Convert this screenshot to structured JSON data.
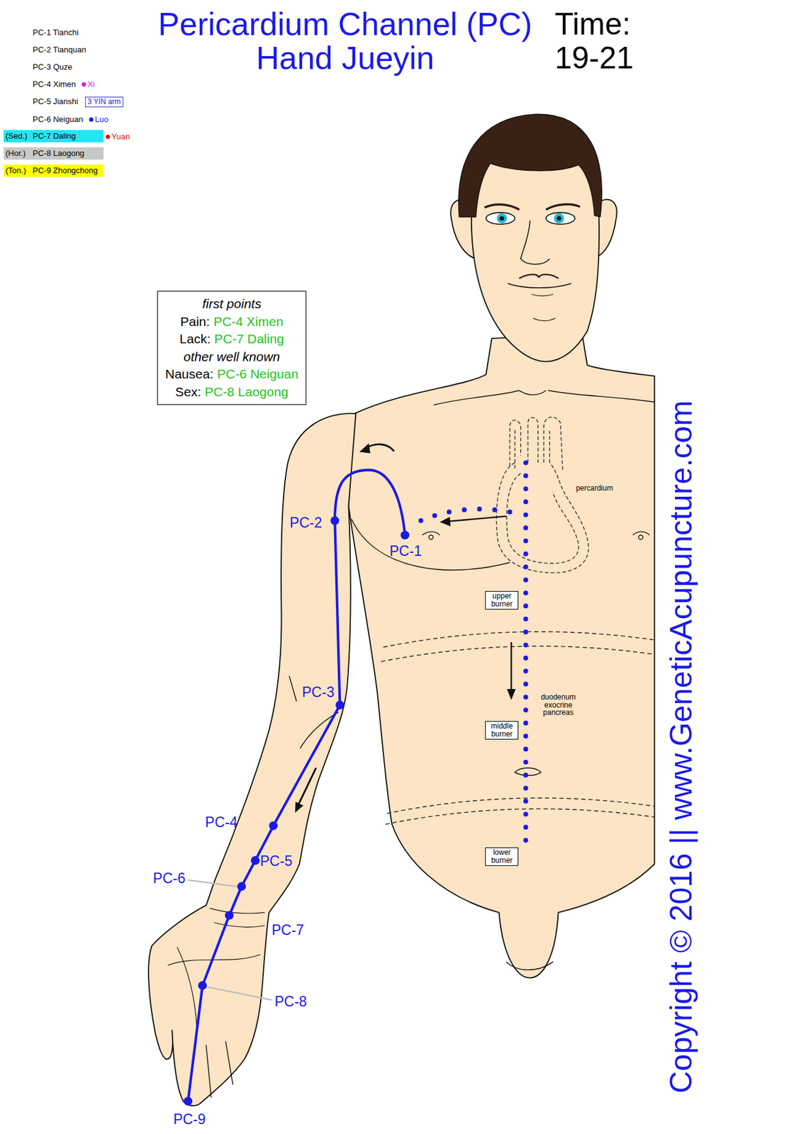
{
  "diagram": {
    "title": "Pericardium Channel (PC) Hand Jueyin",
    "nodes": [
      {
        "text": [
          "3 YIN arm"
        ]
      },
      {
        "text": [
          "(Sed.)",
          "PC-7 Daling"
        ]
      },
      {
        "text": [
          "(Hor.)",
          "PC-8 Laogong"
        ]
      },
      {
        "text": [
          "(Ton.)",
          "PC-9 Zhongchong"
        ]
      },
      {
        "text": [
          "first points",
          "Pain:",
          "PC-4 Ximen",
          "Lack:",
          "PC-7 Daling",
          "other well known",
          "Nausea:",
          "PC-6 Neiguan",
          "Sex:",
          "PC-8 Laogong"
        ]
      },
      {
        "text": [
          "upper burner"
        ]
      },
      {
        "text": [
          "middle burner"
        ]
      },
      {
        "text": [
          "lower burner"
        ]
      }
    ],
    "labels": [
      "Time:",
      "19-21",
      "PC-1 Tianchi",
      "PC-2 Tianquan",
      "PC-3 Quze",
      "PC-4 Ximen",
      "Xi",
      "PC-5 Jianshi",
      "PC-6 Neiguan",
      "Luo",
      "Yuan",
      "PC-2",
      "PC-1",
      "percardium",
      "PC-3",
      "duodenum exocrine pancreas",
      "PC-4",
      "PC-5",
      "PC-6",
      "PC-7",
      "PC-8",
      "PC-9",
      "Copyright © 2016 || www.GeneticAcupuncture.com"
    ]
  }
}
